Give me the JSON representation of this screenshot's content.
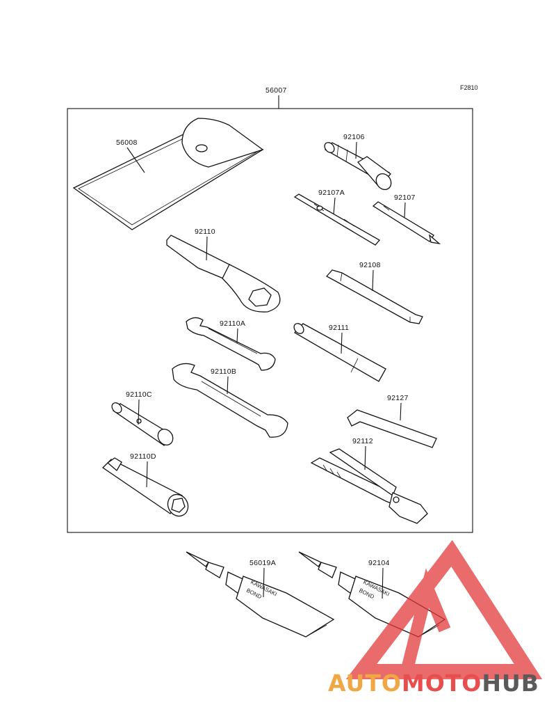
{
  "figure_ref": "F2810",
  "kit_part": "56007",
  "parts": {
    "p56008": "56008",
    "p92106": "92106",
    "p92107A": "92107A",
    "p92107": "92107",
    "p92110": "92110",
    "p92108": "92108",
    "p92110A": "92110A",
    "p92111": "92111",
    "p92110B": "92110B",
    "p92127": "92127",
    "p92110C": "92110C",
    "p92112": "92112",
    "p92110D": "92110D",
    "p56019A": "56019A",
    "p92104": "92104"
  },
  "tube_label": {
    "line1": "KAWASAKI",
    "line2": "BOND"
  },
  "watermark": {
    "auto": "AUTO",
    "moto": "MOTO",
    "hub": "HUB",
    "colors": {
      "triangle": "#e23a3a",
      "auto": "#f0a845",
      "moto": "#e84e4e",
      "hub": "#5a5a5a"
    }
  }
}
